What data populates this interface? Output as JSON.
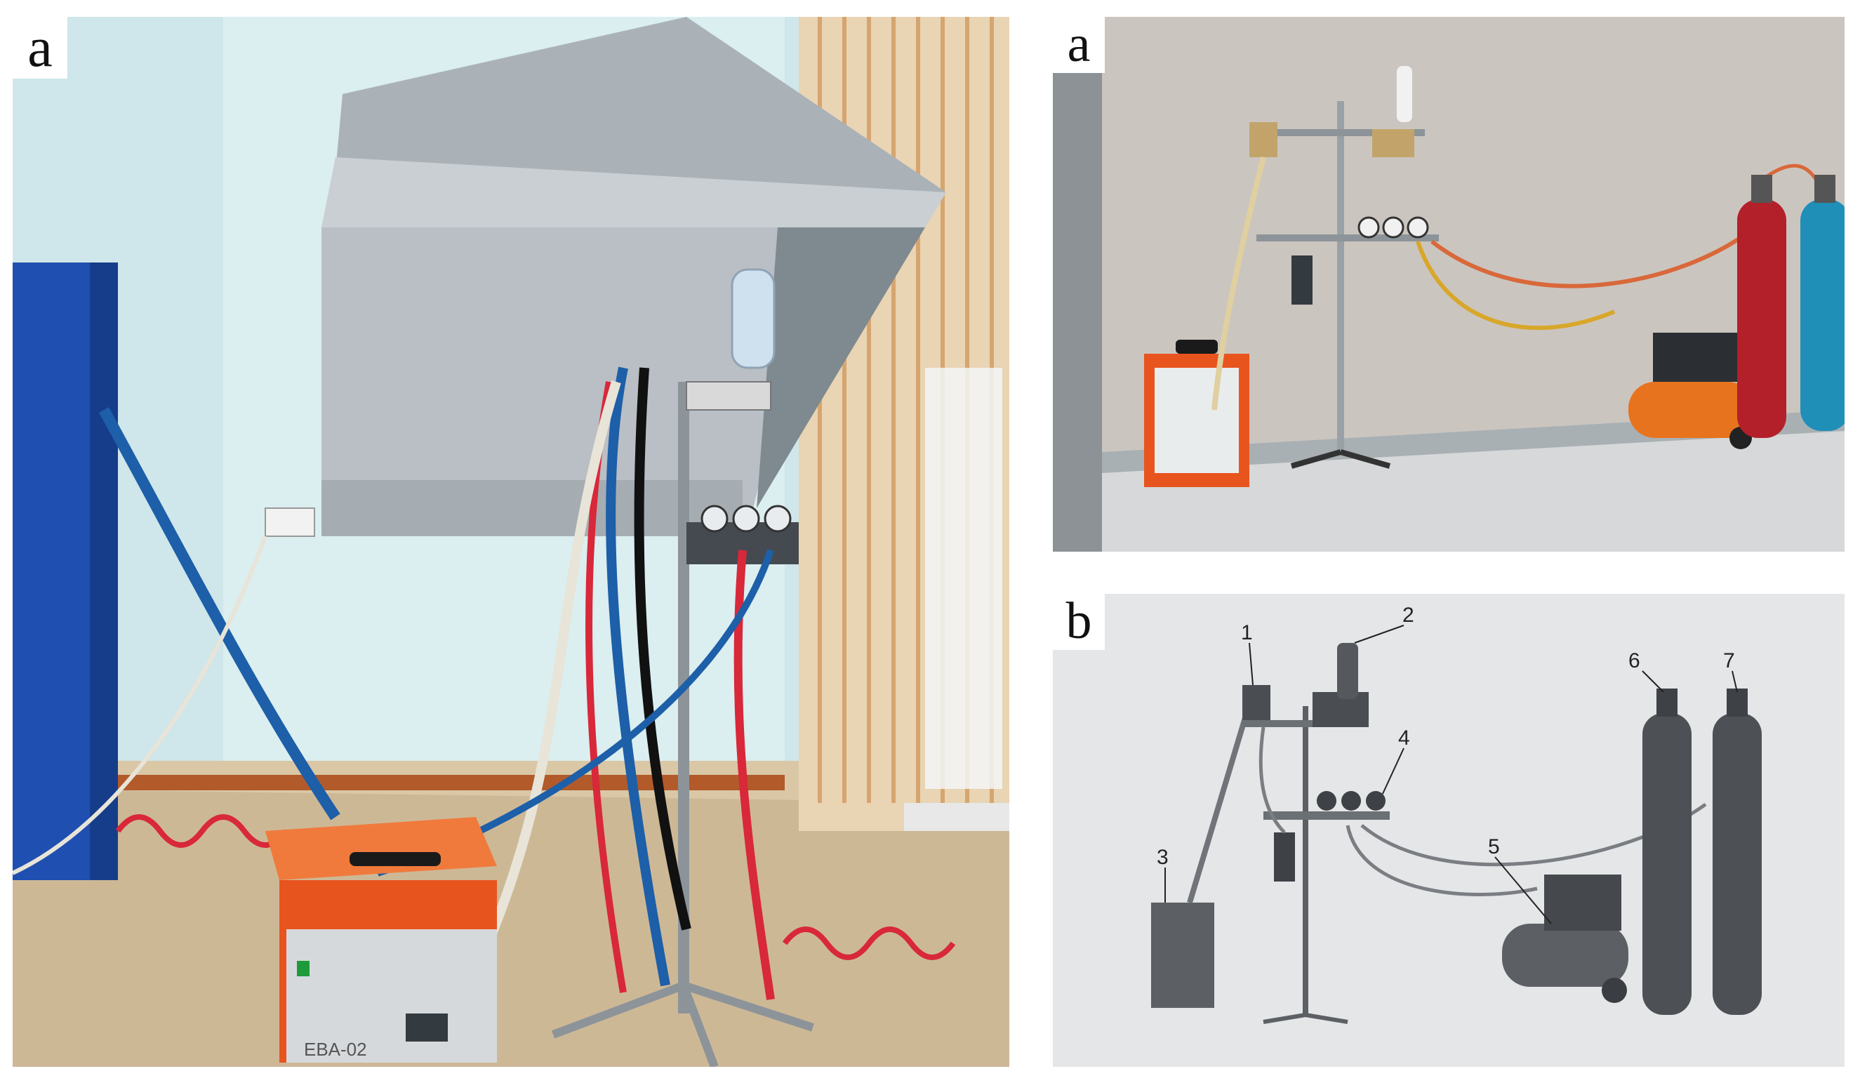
{
  "panels": [
    {
      "letter": "a",
      "kind": "photo"
    },
    {
      "letter": "a",
      "kind": "rendering"
    },
    {
      "letter": "b",
      "kind": "schematic"
    }
  ],
  "device_label": "EBA-02",
  "schematic_labels": [
    "1",
    "2",
    "3",
    "4",
    "5",
    "6",
    "7"
  ],
  "colors": {
    "wall": "#cfe6ea",
    "hood": "#b9bfc4",
    "cabinet": "#1f4fb0",
    "unit_orange": "#e8541e",
    "hose_blue": "#1d5fa8",
    "hose_red": "#d8283a",
    "cylinder_red": "#b3202a",
    "cylinder_teal": "#1f8fb8",
    "compressor": "#e8731e",
    "schematic_bg": "#e4e6e8"
  }
}
